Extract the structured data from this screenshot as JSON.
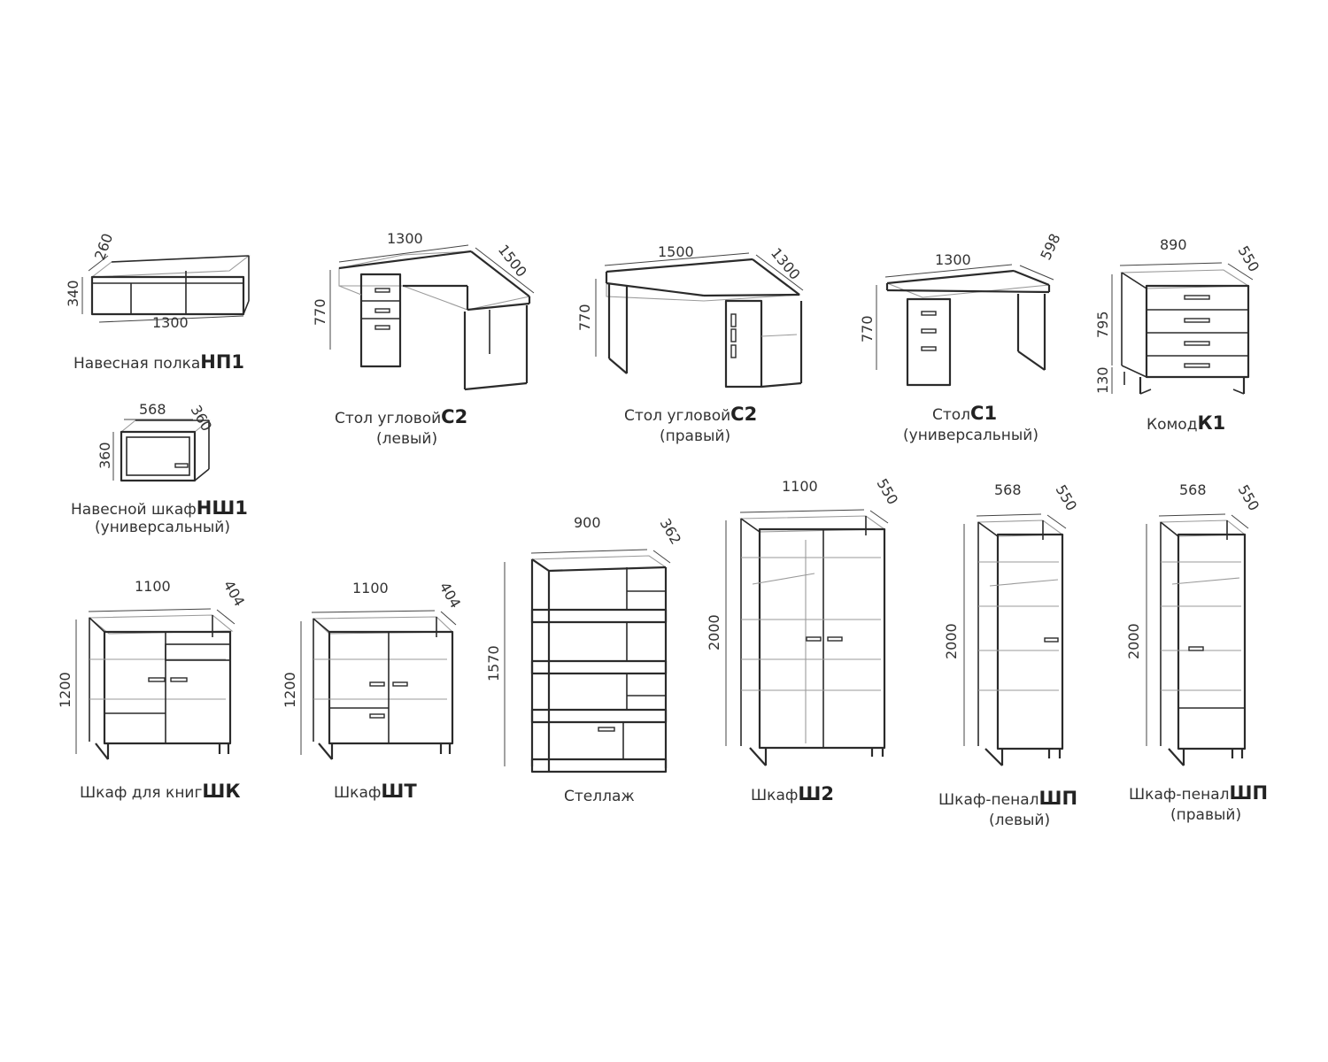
{
  "items": [
    {
      "id": "np1",
      "name": "Навесная полка",
      "code": "НП1",
      "sub": "",
      "dims": [
        "1300",
        "260",
        "340"
      ]
    },
    {
      "id": "nsh1",
      "name": "Навесной шкаф",
      "code": "НШ1",
      "sub": "(универсальный)",
      "dims": [
        "568",
        "360",
        "360"
      ]
    },
    {
      "id": "c2l",
      "name": "Стол угловой",
      "code": "С2",
      "sub": "(левый)",
      "dims": [
        "1300",
        "1500",
        "770"
      ]
    },
    {
      "id": "c2r",
      "name": "Стол угловой",
      "code": "С2",
      "sub": "(правый)",
      "dims": [
        "1500",
        "1300",
        "770"
      ]
    },
    {
      "id": "c1",
      "name": "Стол",
      "code": "С1",
      "sub": "(универсальный)",
      "dims": [
        "1300",
        "598",
        "770"
      ]
    },
    {
      "id": "k1",
      "name": "Комод",
      "code": "К1",
      "sub": "",
      "dims": [
        "890",
        "550",
        "795",
        "130"
      ]
    },
    {
      "id": "shk",
      "name": "Шкаф для книг",
      "code": "ШК",
      "sub": "",
      "dims": [
        "1100",
        "404",
        "1200"
      ]
    },
    {
      "id": "sht",
      "name": "Шкаф",
      "code": "ШТ",
      "sub": "",
      "dims": [
        "1100",
        "404",
        "1200"
      ]
    },
    {
      "id": "st",
      "name": "Стеллаж",
      "code": "",
      "sub": "",
      "dims": [
        "900",
        "362",
        "1570"
      ]
    },
    {
      "id": "sh2",
      "name": "Шкаф",
      "code": "Ш2",
      "sub": "",
      "dims": [
        "1100",
        "550",
        "2000"
      ]
    },
    {
      "id": "shpl",
      "name": "Шкаф-пенал",
      "code": "ШП",
      "sub": "(левый)",
      "dims": [
        "568",
        "550",
        "2000"
      ]
    },
    {
      "id": "shpr",
      "name": "Шкаф-пенал",
      "code": "ШП",
      "sub": "(правый)",
      "dims": [
        "568",
        "550",
        "2000"
      ]
    }
  ]
}
